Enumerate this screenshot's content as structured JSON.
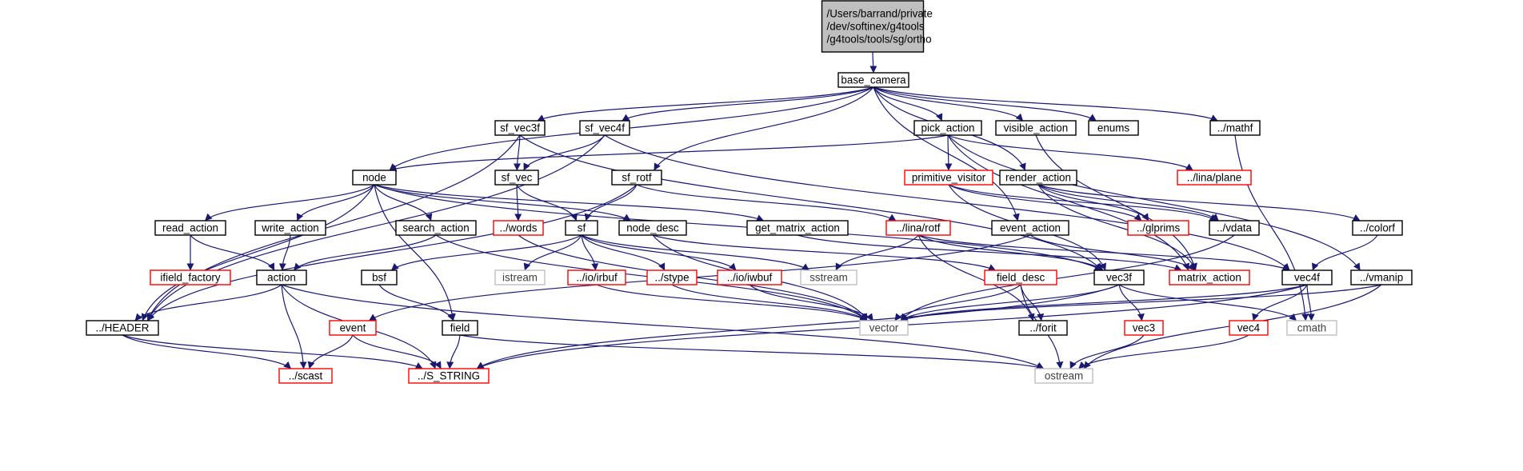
{
  "colors": {
    "edge": "#191970",
    "box_black": "#000000",
    "box_red": "#ff0000",
    "box_gray": "#bfbfbf",
    "root_fill": "#bfbfbf",
    "text": "#000000",
    "text_gray": "#404040"
  },
  "nodes": {
    "root": {
      "line1": "/Users/barrand/private",
      "line2": "/dev/softinex/g4tools",
      "line3": "/g4tools/tools/sg/ortho"
    },
    "base_camera": "base_camera",
    "sf_vec3f": "sf_vec3f",
    "sf_vec4f": "sf_vec4f",
    "pick_action": "pick_action",
    "visible_action": "visible_action",
    "enums": "enums",
    "mathf": "../mathf",
    "node": "node",
    "sf_vec": "sf_vec",
    "sf_rotf": "sf_rotf",
    "primitive_visitor": "primitive_visitor",
    "render_action": "render_action",
    "lina_plane": "../lina/plane",
    "read_action": "read_action",
    "write_action": "write_action",
    "search_action": "search_action",
    "words": "../words",
    "sf": "sf",
    "node_desc": "node_desc",
    "get_matrix_action": "get_matrix_action",
    "lina_rotf": "../lina/rotf",
    "event_action": "event_action",
    "glprims": "../glprims",
    "vdata": "../vdata",
    "colorf": "../colorf",
    "ifield_factory": "ifield_factory",
    "action": "action",
    "bsf": "bsf",
    "istream": "istream",
    "io_irbuf": "../io/irbuf",
    "stype": "../stype",
    "io_iwbuf": "../io/iwbuf",
    "sstream": "sstream",
    "field_desc": "field_desc",
    "vec3f": "vec3f",
    "matrix_action": "matrix_action",
    "vec4f": "vec4f",
    "vmanip": "../vmanip",
    "header": "../HEADER",
    "event": "event",
    "field": "field",
    "vector": "vector",
    "forit": "../forit",
    "vec3": "vec3",
    "vec4": "vec4",
    "cmath": "cmath",
    "scast": "../scast",
    "s_string": "../S_STRING",
    "ostream": "ostream"
  }
}
